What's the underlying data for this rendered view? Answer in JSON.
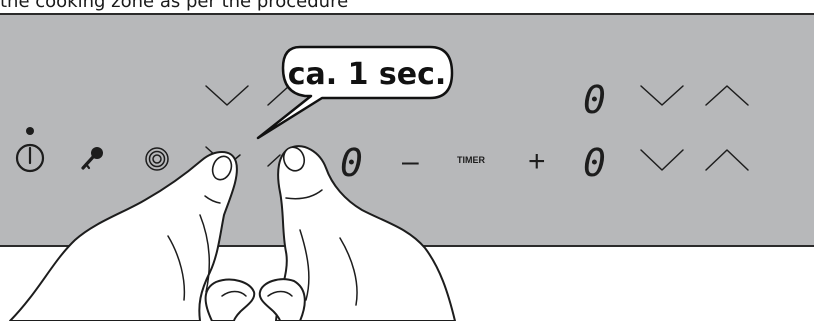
{
  "caption_top": "the cooking zone as per the procedure",
  "callout": {
    "text": "ca. 1 sec."
  },
  "panel": {
    "timer_label": "TIMER",
    "minus_symbol": "–",
    "plus_symbol": "+",
    "zone_display": "0",
    "timer_display_top": "0",
    "timer_display_bottom": "0",
    "icons": [
      "power-icon",
      "key-lock-icon",
      "cooking-zone-icon"
    ],
    "arrows": [
      "chevron-down-icon",
      "chevron-up-icon"
    ]
  }
}
